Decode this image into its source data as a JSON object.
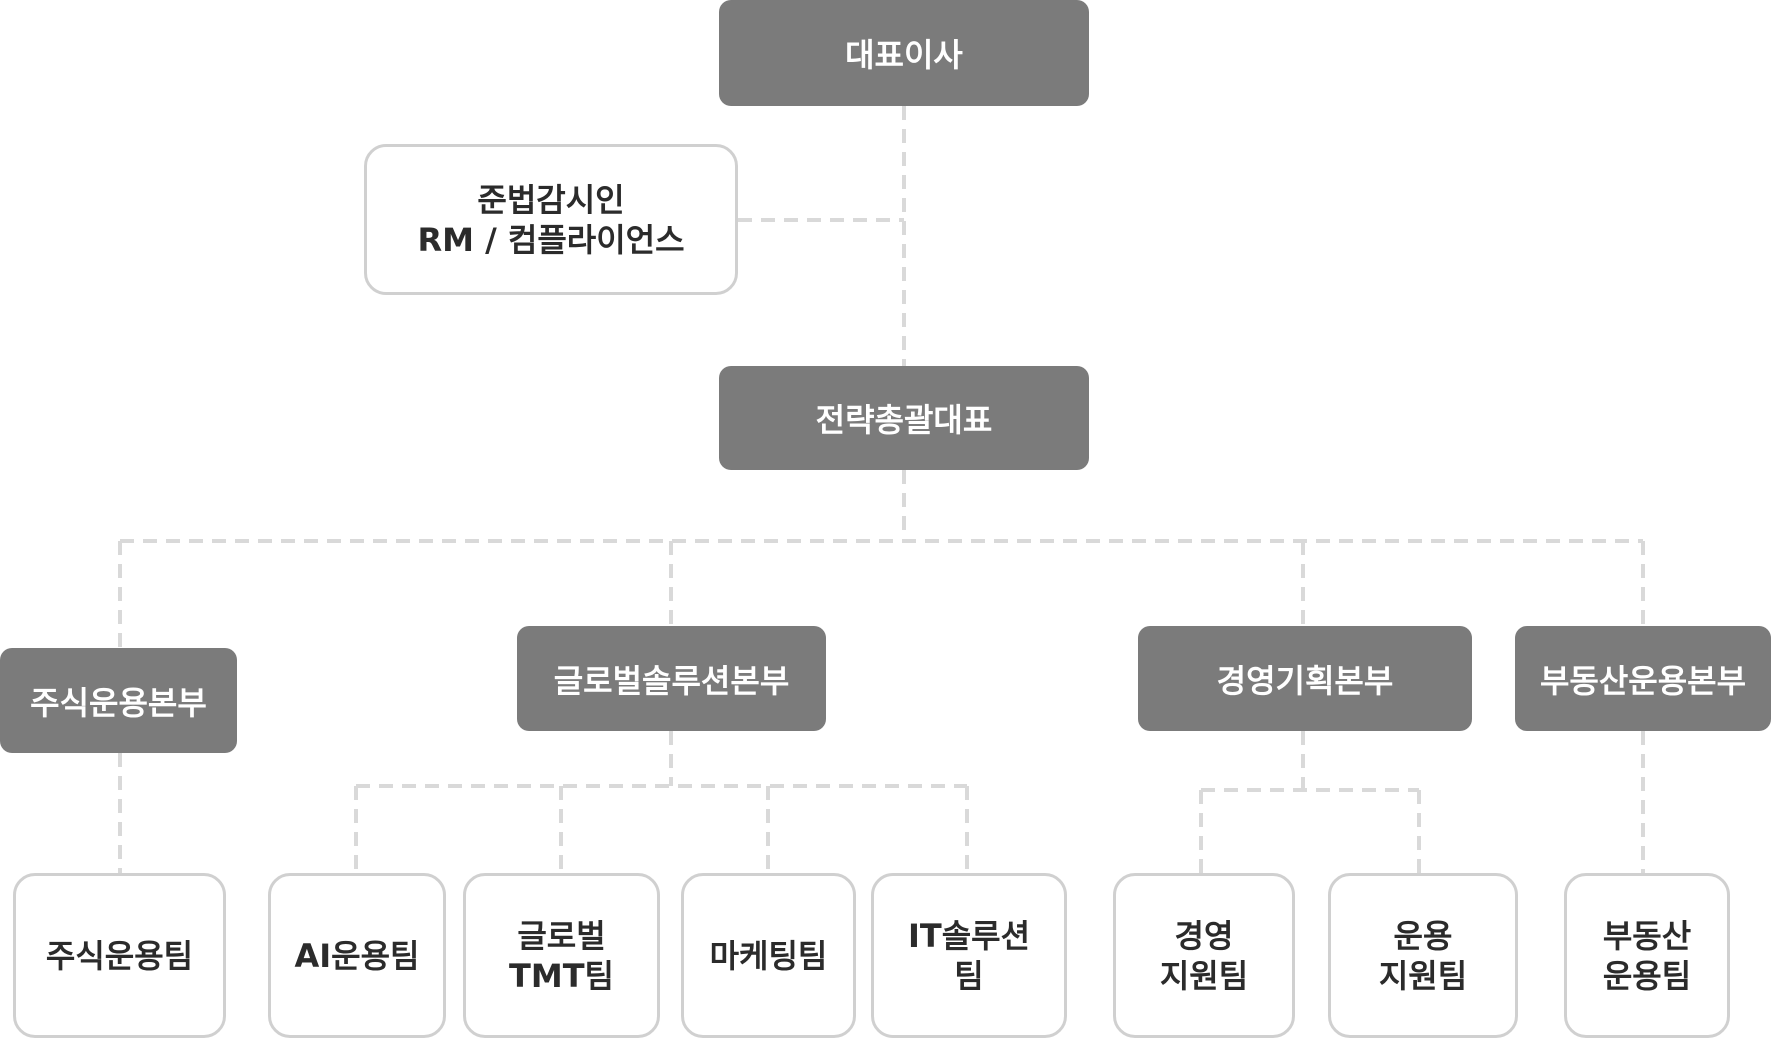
{
  "nodes": {
    "ceo": "대표이사",
    "compliance": {
      "line1": "준법감시인",
      "line2": "RM / 컴플라이언스"
    },
    "strategy": "전략총괄대표",
    "divisions": {
      "equity": "주식운용본부",
      "global": "글로벌솔루션본부",
      "management": "경영기획본부",
      "realestate": "부동산운용본부"
    },
    "teams": {
      "equity_team": "주식운용팀",
      "ai_team": "AI운용팀",
      "global_tmt": {
        "line1": "글로벌",
        "line2": "TMT팀"
      },
      "marketing": "마케팅팀",
      "it_solution": {
        "line1": "IT솔루션",
        "line2": "팀"
      },
      "mgmt_support": {
        "line1": "경영",
        "line2": "지원팀"
      },
      "ops_support": {
        "line1": "운용",
        "line2": "지원팀"
      },
      "realestate_team": {
        "line1": "부동산",
        "line2": "운용팀"
      }
    }
  },
  "colors": {
    "dark_box": "#7b7b7b",
    "light_border": "#d0d0d0",
    "connector": "#d9d9d9"
  }
}
